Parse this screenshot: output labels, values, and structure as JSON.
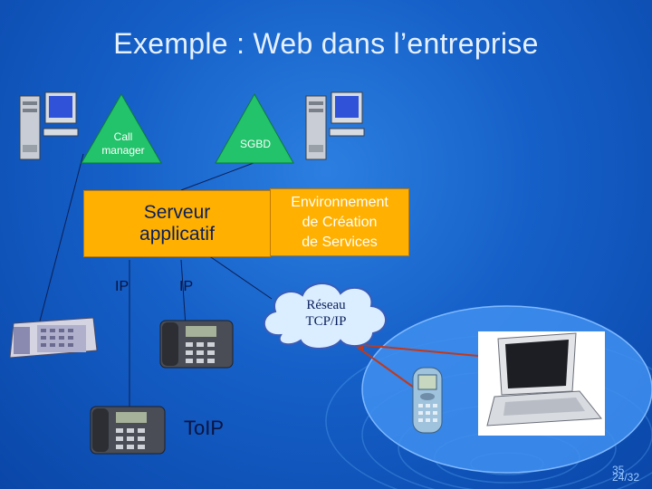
{
  "slide": {
    "title": "Exemple : Web dans l’entreprise",
    "page_number_top": "35",
    "page_number_bottom": "24/32"
  },
  "diagram": {
    "call_manager_label": "Call\nmanager",
    "sgbd_label": "SGBD",
    "serveur_label": "Serveur\napplicatif",
    "environnement_label": "Environnement\nde Création\nde Services",
    "ip_left": "IP",
    "ip_right": "IP",
    "reseau_label": "Réseau\nTCP/IP",
    "toip_label": "ToIP"
  },
  "colors": {
    "background": "#1560c8",
    "triangle": "#22c36a",
    "box_orange": "#ffb000",
    "wan_link": "#c0391b",
    "cloud": "#dbeeff"
  },
  "icons": [
    "server-pc-icon",
    "desk-phone-icon",
    "laptop-icon",
    "mobile-phone-icon"
  ]
}
